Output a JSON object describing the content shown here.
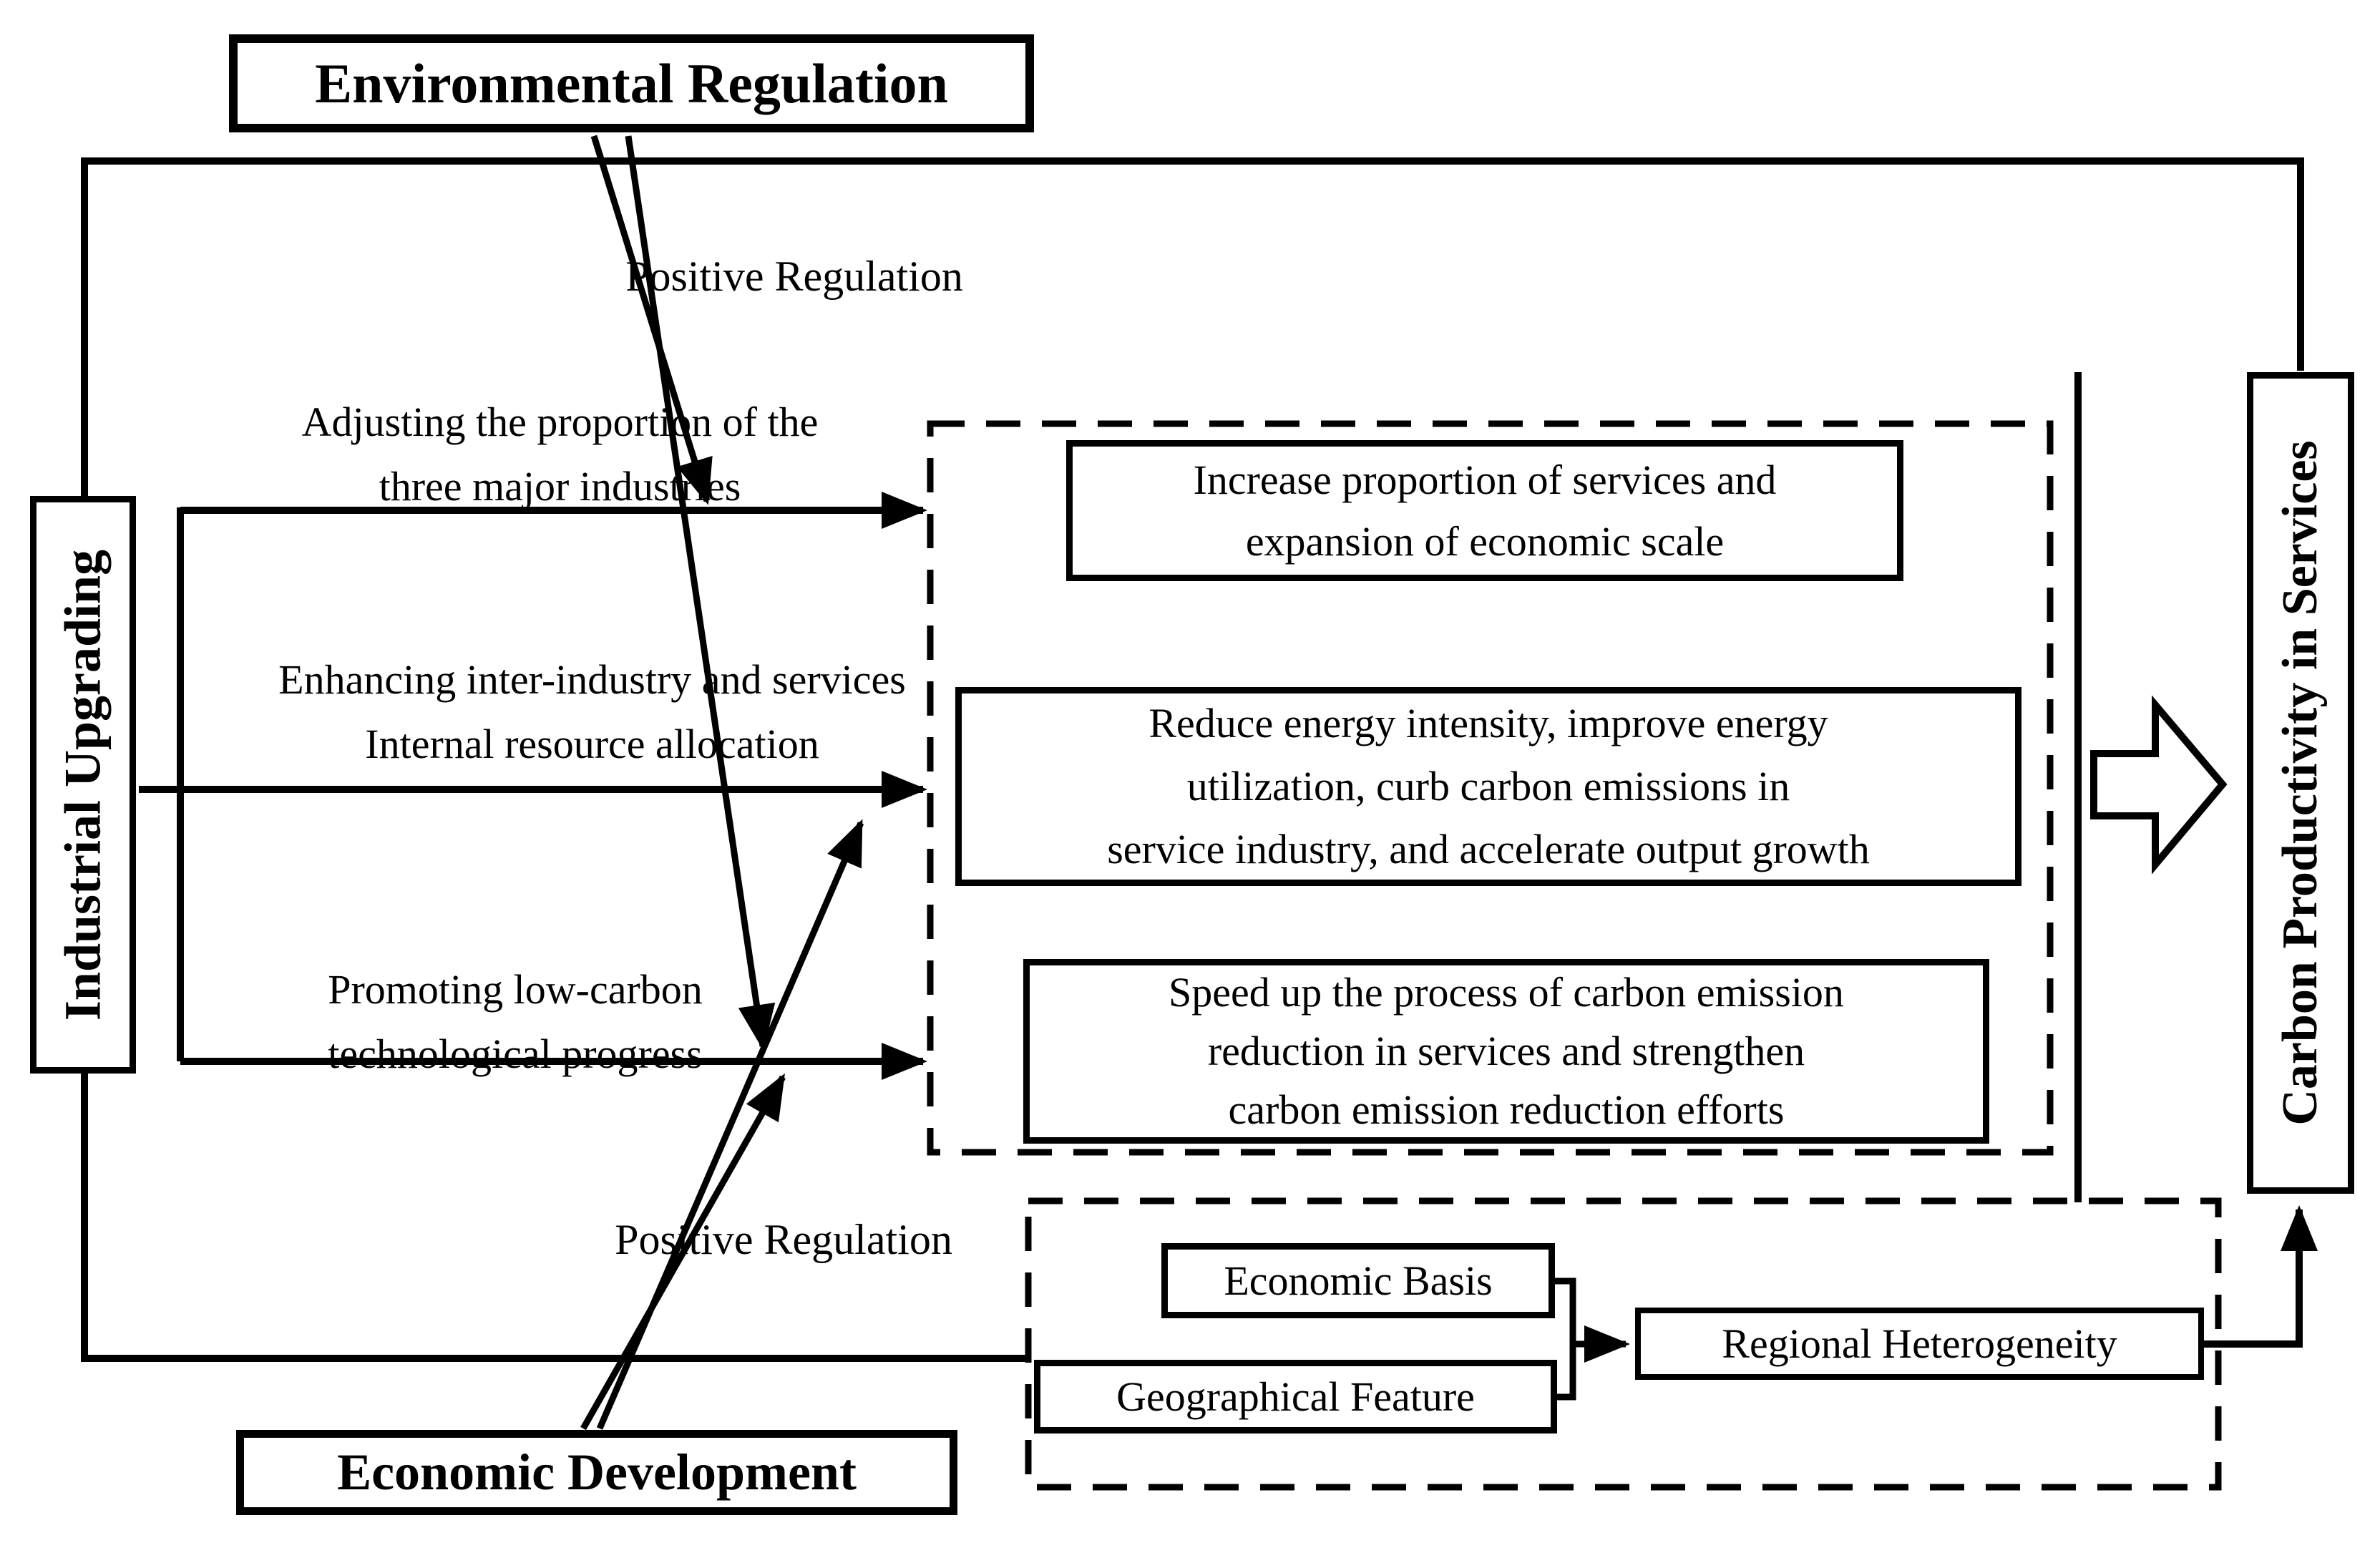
{
  "diagram": {
    "colors": {
      "ink": "#000000",
      "background": "#ffffff"
    },
    "title_boxes": {
      "environmental_regulation": "Environmental Regulation",
      "industrial_upgrading": "Industrial Upgrading",
      "economic_development": "Economic Development",
      "carbon_productivity": "Carbon Productivity in Services"
    },
    "path_labels": {
      "positive_regulation_top": "Positive Regulation",
      "positive_regulation_bottom": "Positive Regulation",
      "adjusting": "Adjusting the proportion of the\nthree major industries",
      "enhancing": "Enhancing inter-industry and services\nInternal resource allocation",
      "promoting": "Promoting low-carbon\ntechnological progress"
    },
    "mechanism_boxes": {
      "increase": "Increase proportion of services and\nexpansion of economic scale",
      "reduce": "Reduce energy intensity, improve energy\nutilization, curb carbon emissions in\nservice industry, and accelerate output growth",
      "speed_up": "Speed up the process of carbon emission\nreduction in services and strengthen\ncarbon emission reduction efforts"
    },
    "heterogeneity_boxes": {
      "economic_basis": "Economic Basis",
      "geographical_feature": "Geographical Feature",
      "regional_heterogeneity": "Regional Heterogeneity"
    }
  }
}
